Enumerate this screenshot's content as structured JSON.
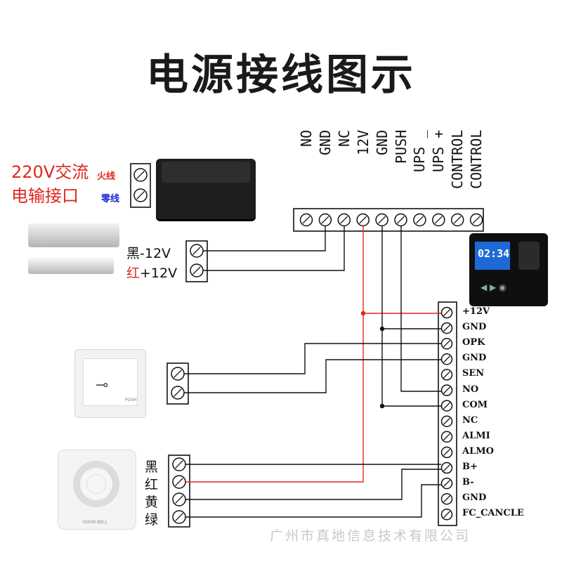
{
  "title": "电源接线图示",
  "ac_label": [
    "220V交流",
    "电输接口"
  ],
  "psu_terminal_labels": {
    "live": "火线",
    "neutral": "零线"
  },
  "lock_terminal_labels": [
    "黑-12V",
    "红+12V"
  ],
  "top_terminals": [
    "NO",
    "GND",
    "NC",
    "12V",
    "GND",
    "PUSH",
    "UPS _",
    "UPS +",
    "CONTROL",
    "CONTROL"
  ],
  "right_terminals": [
    "+12V",
    "GND",
    "OPK",
    "GND",
    "SEN",
    "NO",
    "COM",
    "NC",
    "ALMI",
    "ALMO",
    "B+",
    "B-",
    "GND",
    "FC_CANCLE"
  ],
  "doorbell_wire_labels": [
    "黑",
    "红",
    "黄",
    "绿"
  ],
  "exit_button_text": "PUSH",
  "doorbell_text": "DOOR BELL",
  "reader_clock": "02:34",
  "watermark": "广州市真地信息技术有限公司",
  "colors": {
    "red_wire": "#e0271f",
    "black_wire": "#111111",
    "live_label": "#e0271f",
    "neutral_label": "#1a2bd6",
    "title": "#1a1a1a"
  }
}
